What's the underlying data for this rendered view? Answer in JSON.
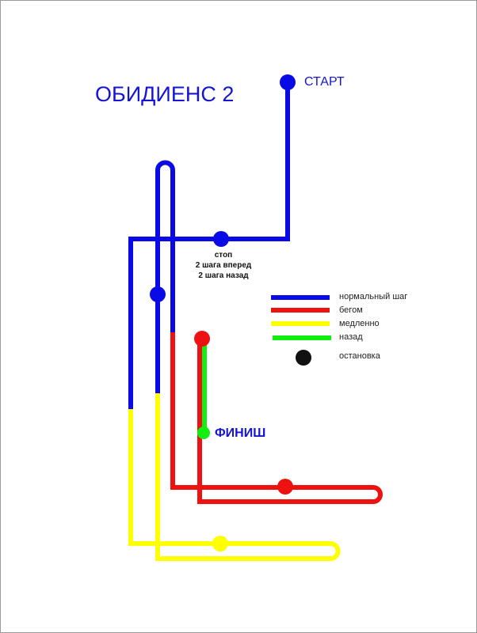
{
  "title": "ОБИДИЕНС 2",
  "start_label": "СТАРТ",
  "finish_label": "ФИНИШ",
  "stop_note": [
    "стоп",
    "2 шага вперед",
    "2 шага назад"
  ],
  "legend": [
    {
      "label": "нормальный шаг",
      "color": "#0a0ae6",
      "kind": "line"
    },
    {
      "label": "бегом",
      "color": "#ee1111",
      "kind": "line"
    },
    {
      "label": "медленно",
      "color": "#ffff00",
      "kind": "line"
    },
    {
      "label": "назад",
      "color": "#11ee11",
      "kind": "line"
    },
    {
      "label": "остановка",
      "color": "#111111",
      "kind": "dot"
    }
  ]
}
